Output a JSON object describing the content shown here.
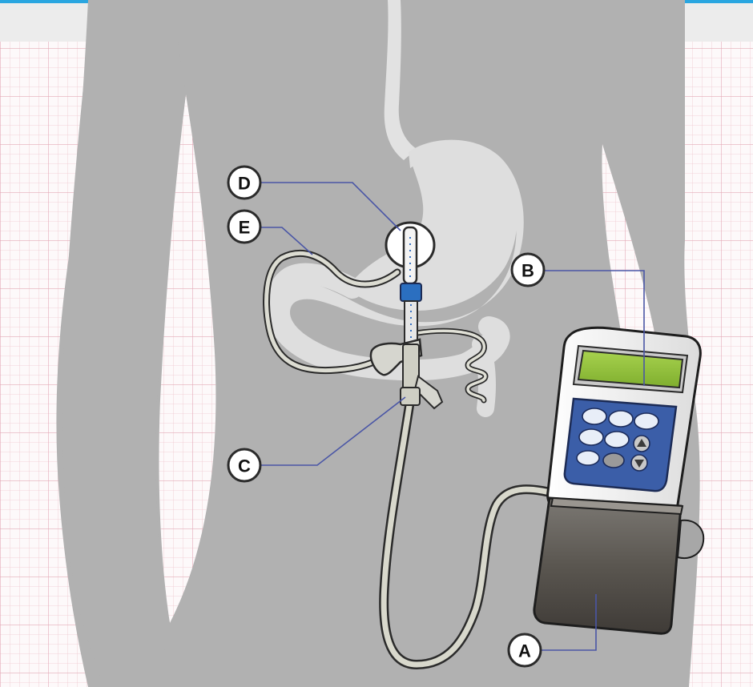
{
  "labels": {
    "a": "A",
    "b": "B",
    "c": "C",
    "d": "D",
    "e": "E"
  },
  "colors": {
    "top_bar": "#2aa6e0",
    "grid_background": "#fbf6f7",
    "grid_line": "#e9b9c4",
    "body_silhouette": "#b1b1b1",
    "stomach": "#dedede",
    "pump_screen": "#8fbf3a",
    "pump_keypad": "#3b5ea8",
    "cassette": "#5b5854",
    "connector_blue": "#2b6fc0"
  },
  "icons": [
    "human-torso-silhouette",
    "stomach-organ",
    "feeding-pump",
    "feeding-tube",
    "balloon-tip",
    "coiled-extension-tube"
  ]
}
